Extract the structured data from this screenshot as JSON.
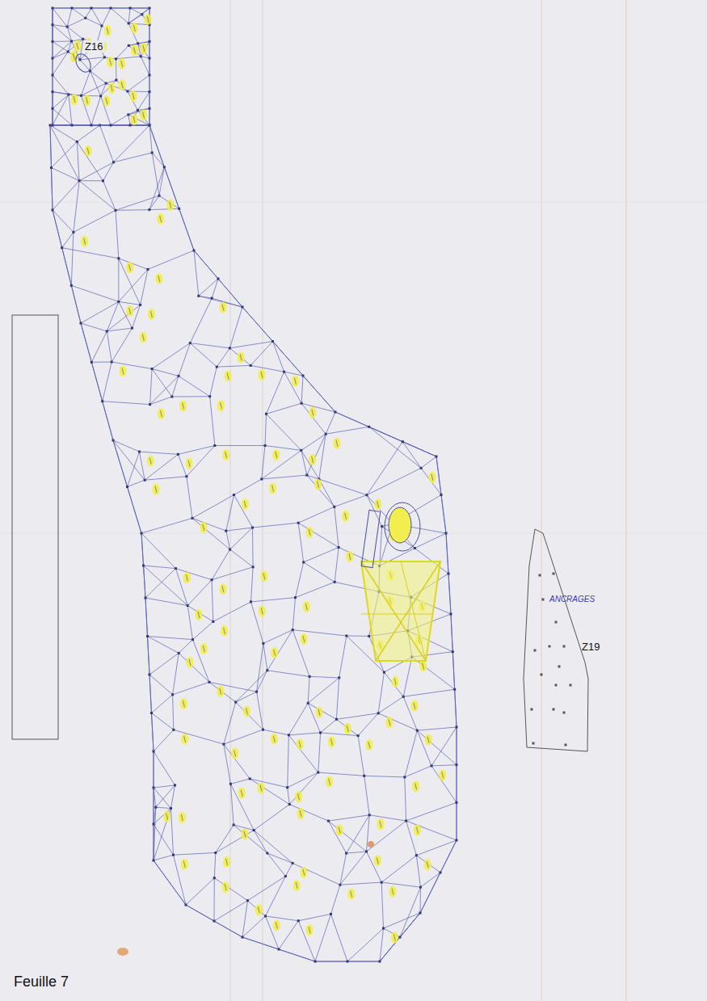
{
  "diagram": {
    "nodes": [
      {
        "text": [
          "ANCRAGES",
          "Z19"
        ]
      }
    ],
    "labels": [
      "Z16",
      "Feuille 7"
    ]
  }
}
